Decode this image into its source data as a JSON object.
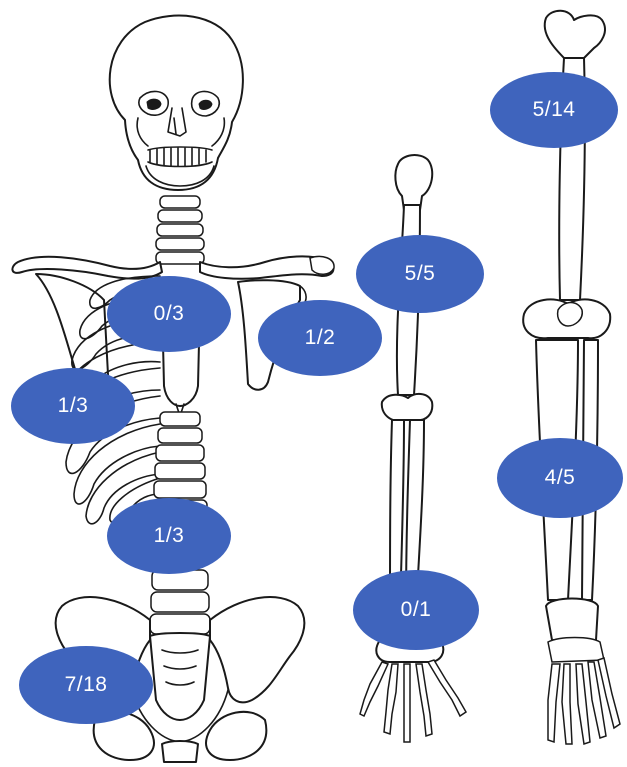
{
  "colors": {
    "badge_fill": "#3f64bd",
    "badge_text": "#ffffff",
    "line": "#1a1a1a",
    "background": "#ffffff"
  },
  "figures": {
    "skeleton": "axial-skeleton-icon",
    "arm": "arm-bones-icon",
    "leg": "leg-bones-icon"
  },
  "labels": {
    "sternum": "0/3",
    "scapula": "1/2",
    "ribs": "1/3",
    "lumbar_spine": "1/3",
    "pelvis": "7/18",
    "humerus": "5/5",
    "hand": "0/1",
    "femur": "5/14",
    "tibia": "4/5"
  }
}
